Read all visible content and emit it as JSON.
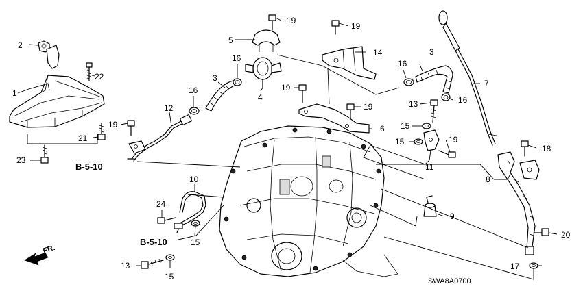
{
  "callouts": [
    {
      "key": "c2",
      "label": "2"
    },
    {
      "key": "c22",
      "label": "22"
    },
    {
      "key": "c1",
      "label": "1"
    },
    {
      "key": "c21",
      "label": "21"
    },
    {
      "key": "c23",
      "label": "23"
    },
    {
      "key": "c19a",
      "label": "19"
    },
    {
      "key": "c5",
      "label": "5"
    },
    {
      "key": "c16a",
      "label": "16"
    },
    {
      "key": "c3a",
      "label": "3"
    },
    {
      "key": "c4",
      "label": "4"
    },
    {
      "key": "c16b",
      "label": "16"
    },
    {
      "key": "c12",
      "label": "12"
    },
    {
      "key": "c19b",
      "label": "19"
    },
    {
      "key": "c19c",
      "label": "19"
    },
    {
      "key": "c14",
      "label": "14"
    },
    {
      "key": "c19d",
      "label": "19"
    },
    {
      "key": "c19e",
      "label": "19"
    },
    {
      "key": "c6",
      "label": "6"
    },
    {
      "key": "c3b",
      "label": "3"
    },
    {
      "key": "c16c",
      "label": "16"
    },
    {
      "key": "c16d",
      "label": "16"
    },
    {
      "key": "c7",
      "label": "7"
    },
    {
      "key": "c13a",
      "label": "13"
    },
    {
      "key": "c15a",
      "label": "15"
    },
    {
      "key": "c15b",
      "label": "15"
    },
    {
      "key": "c19f",
      "label": "19"
    },
    {
      "key": "c11",
      "label": "11"
    },
    {
      "key": "c18",
      "label": "18"
    },
    {
      "key": "c8",
      "label": "8"
    },
    {
      "key": "c9",
      "label": "9"
    },
    {
      "key": "c20",
      "label": "20"
    },
    {
      "key": "c17",
      "label": "17"
    },
    {
      "key": "c10",
      "label": "10"
    },
    {
      "key": "c24",
      "label": "24"
    },
    {
      "key": "c15c",
      "label": "15"
    },
    {
      "key": "c13b",
      "label": "13"
    },
    {
      "key": "c15d",
      "label": "15"
    }
  ],
  "references": {
    "upper": "B-5-10",
    "lower": "B-5-10"
  },
  "direction": {
    "label": "FR.",
    "icon": "front-direction-arrow"
  },
  "diagram_code": "SWA8A0700"
}
